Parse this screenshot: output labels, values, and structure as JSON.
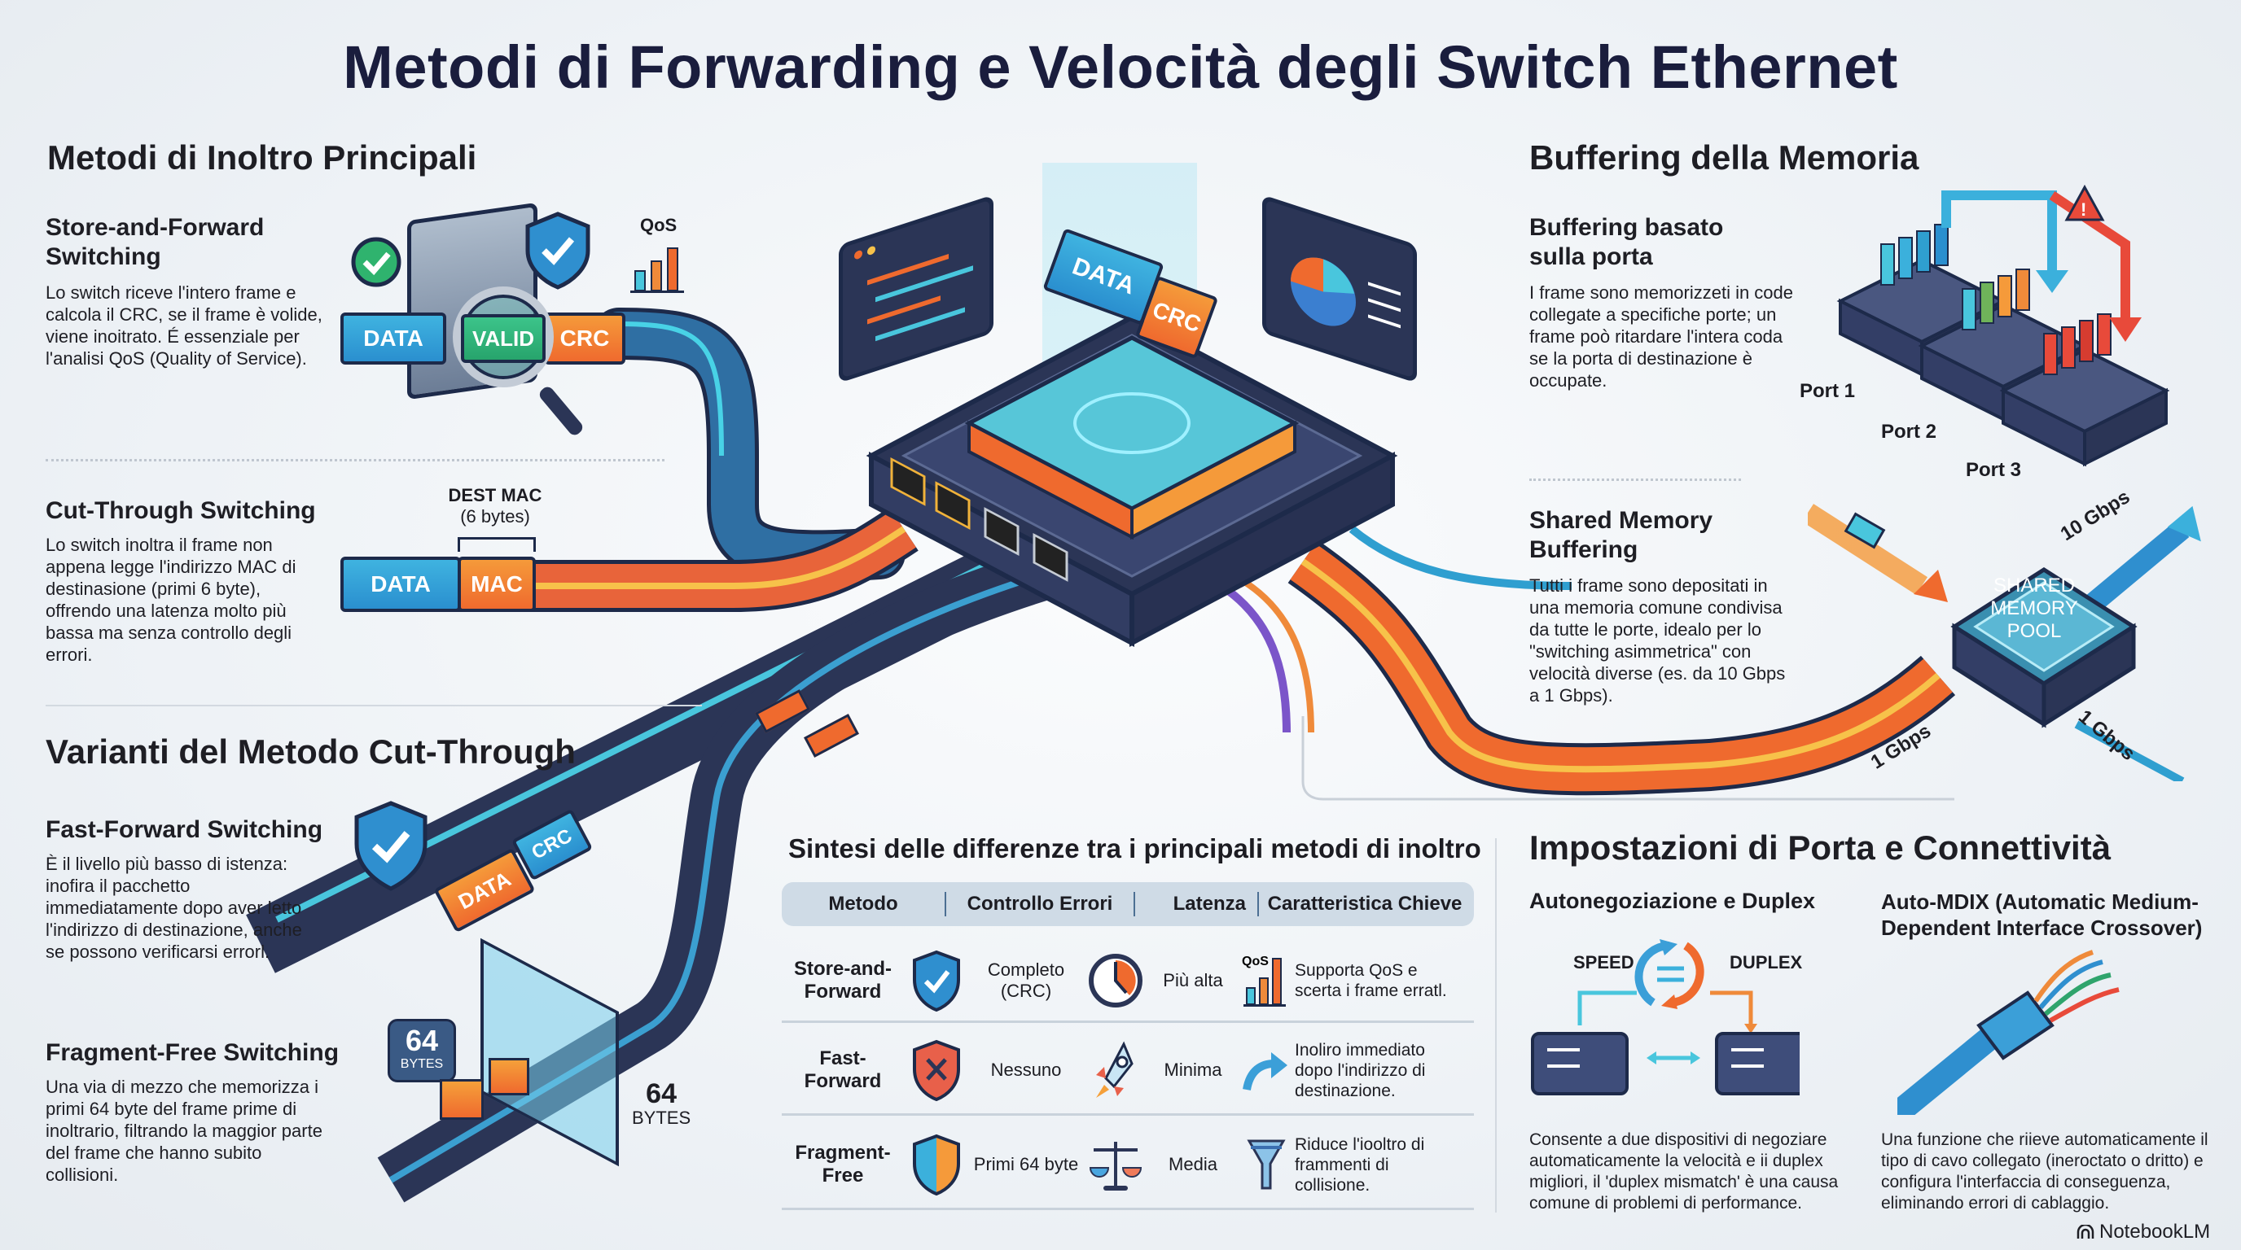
{
  "title": "Metodi di Forwarding e Velocità degli Switch Ethernet",
  "main_methods": {
    "heading": "Metodi di Inoltro Principali",
    "store_forward": {
      "title": "Store-and-Forward Switching",
      "text": "Lo switch riceve l'intero frame e calcola il CRC, se il frame è volide, viene inoitrato. É essenziale per l'analisi QoS (Quality of Service).",
      "packet_labels": [
        "DATA",
        "VALID",
        "CRC"
      ],
      "qos_label": "QoS"
    },
    "cut_through": {
      "title": "Cut-Through Switching",
      "text": "Lo switch inoltra il frame non appena legge l'indirizzo MAC di destinasione (primi 6 byte), offrendo una latenza molto più bassa ma senza controllo degli errori.",
      "bracket_label": "DEST MAC",
      "bracket_sub": "(6 bytes)",
      "packet_labels": [
        "DATA",
        "MAC"
      ]
    }
  },
  "variants": {
    "heading": "Varianti del Metodo Cut-Through",
    "fast_forward": {
      "title": "Fast-Forward Switching",
      "text": "È il livello più basso di istenza: inofira il pacchetto immediatamente dopo aver letto l'indirizzo di destinazione, anche se possono verificarsi errorl.",
      "packet_labels": [
        "DATA",
        "CRC"
      ]
    },
    "fragment_free": {
      "title": "Fragment-Free Switching",
      "text": "Una via di mezzo che memorizza i primi 64 byte del frame prime di inoltrario, filtrando la maggior parte del frame che hanno subito collisioni.",
      "badge_num": "64",
      "badge_unit": "BYTES",
      "side_num": "64",
      "side_unit": "BYTES"
    }
  },
  "center_switch": {
    "packet_labels": [
      "DATA",
      "CRC"
    ]
  },
  "buffering": {
    "heading": "Buffering della Memoria",
    "port_based": {
      "title": "Buffering basato sulla porta",
      "text": "I frame sono memorizzeti in code collegate a specifiche porte; un frame poò ritardare l'intera coda se la porta di destinazione è occupate.",
      "ports": [
        "Port 1",
        "Port 2",
        "Port 3"
      ]
    },
    "shared": {
      "title": "Shared Memory Buffering",
      "text": "Tutti i frame sono depositati in una memoria comune condivisa da tutte le porte, idealo per lo \"switching asimmetrica\" con velocità diverse (es. da 10 Gbps a 1 Gbps).",
      "pool_label": "SHARED MEMORY POOL",
      "speeds": [
        "10 Gbps",
        "1 Gbps",
        "1 Gbps"
      ]
    }
  },
  "summary": {
    "heading": "Sintesi delle differenze tra i principali metodi di inoltro",
    "columns": [
      "Metodo",
      "Controllo Errori",
      "Latenza",
      "Caratteristica Chieve"
    ],
    "rows": [
      {
        "method": "Store-and-Forward",
        "error_icon": "shield-check-icon",
        "error": "Completo (CRC)",
        "latency_icon": "clock-icon",
        "latency": "Più alta",
        "key_icon": "qos-chart-icon",
        "key": "Supporta QoS e scerta i frame erratl."
      },
      {
        "method": "Fast-Forward",
        "error_icon": "shield-x-icon",
        "error": "Nessuno",
        "latency_icon": "rocket-icon",
        "latency": "Minima",
        "key_icon": "forward-arrow-icon",
        "key": "Inoliro immediato dopo l'indirizzo di destinazione."
      },
      {
        "method": "Fragment-Free",
        "error_icon": "shield-half-icon",
        "error": "Primi 64 byte",
        "latency_icon": "scale-icon",
        "latency": "Media",
        "key_icon": "funnel-icon",
        "key": "Riduce l'iooltro di frammenti di collisione."
      }
    ]
  },
  "port_settings": {
    "heading": "Impostazioni di Porta e Connettività",
    "autoneg": {
      "title": "Autonegoziazione e Duplex",
      "label_speed": "SPEED",
      "label_duplex": "DUPLEX",
      "text": "Consente a due dispositivi di negoziare automaticamente la velocità e ii duplex migliori, il 'duplex mismatch' è una causa comune di problemi di performance."
    },
    "mdix": {
      "title": "Auto-MDIX (Automatic Medium-Dependent Interface Crossover)",
      "text": "Una funzione che riieve automaticamente il tipo di cavo collegato (ineroctato o dritto) e configura l'interfaccia di conseguenza, eliminando errori di cablaggio."
    }
  },
  "branding": "NotebookLM",
  "colors": {
    "title": "#1a1d3d",
    "blue": "#2a8fcf",
    "orange": "#ef6a2e",
    "green": "#27a46c",
    "navy": "#2b3556"
  }
}
